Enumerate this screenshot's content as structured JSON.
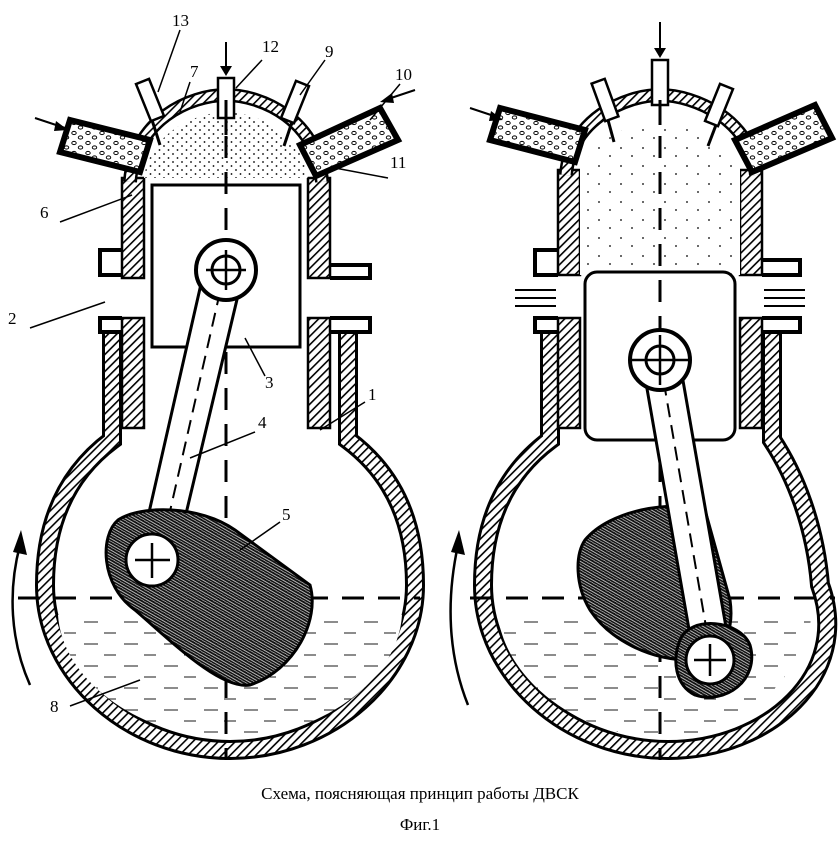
{
  "labels": {
    "n1": "1",
    "n2": "2",
    "n3": "3",
    "n4": "4",
    "n5": "5",
    "n6": "6",
    "n7": "7",
    "n8": "8",
    "n9": "9",
    "n10": "10",
    "n11": "11",
    "n12": "12",
    "n13": "13"
  },
  "caption": "Схема, поясняющая принцип работы ДВСК",
  "figure_label": "Фиг.1"
}
